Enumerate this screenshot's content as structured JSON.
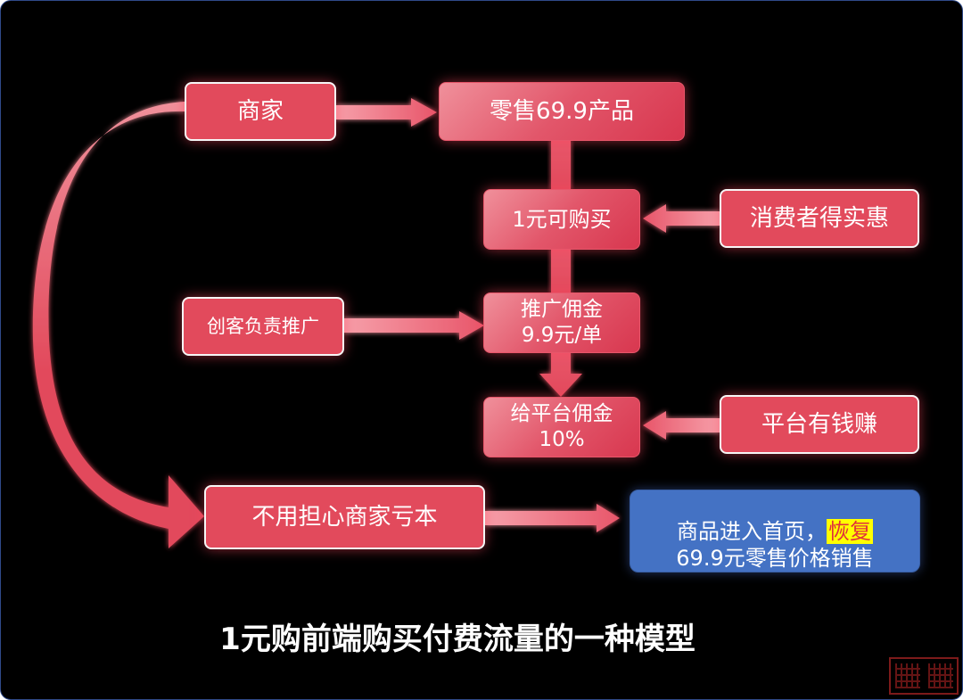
{
  "boxes": {
    "merchant": "商家",
    "retail": "零售69.9产品",
    "one_yuan": "1元可购买",
    "consumer": "消费者得实惠",
    "creator": "创客负责推广",
    "commission": "推广佣金\n9.9元/单",
    "platform_commission": "给平台佣金\n10%",
    "platform_earns": "平台有钱赚",
    "no_loss": "不用担心商家亏本",
    "homepage_prefix": "商品进入首页，",
    "homepage_highlight": "恢复",
    "homepage_suffix": "69.9元零售价格销售"
  },
  "title": "1元购前端购买付费流量的一种模型",
  "colors": {
    "red": "#e24a5c",
    "red_light": "#f0909b",
    "blue": "#4472c4",
    "highlight": "#ffff00",
    "highlight_text": "#e0303c",
    "background": "#000000"
  },
  "icons": {
    "seal": "seal-stamp-icon"
  }
}
